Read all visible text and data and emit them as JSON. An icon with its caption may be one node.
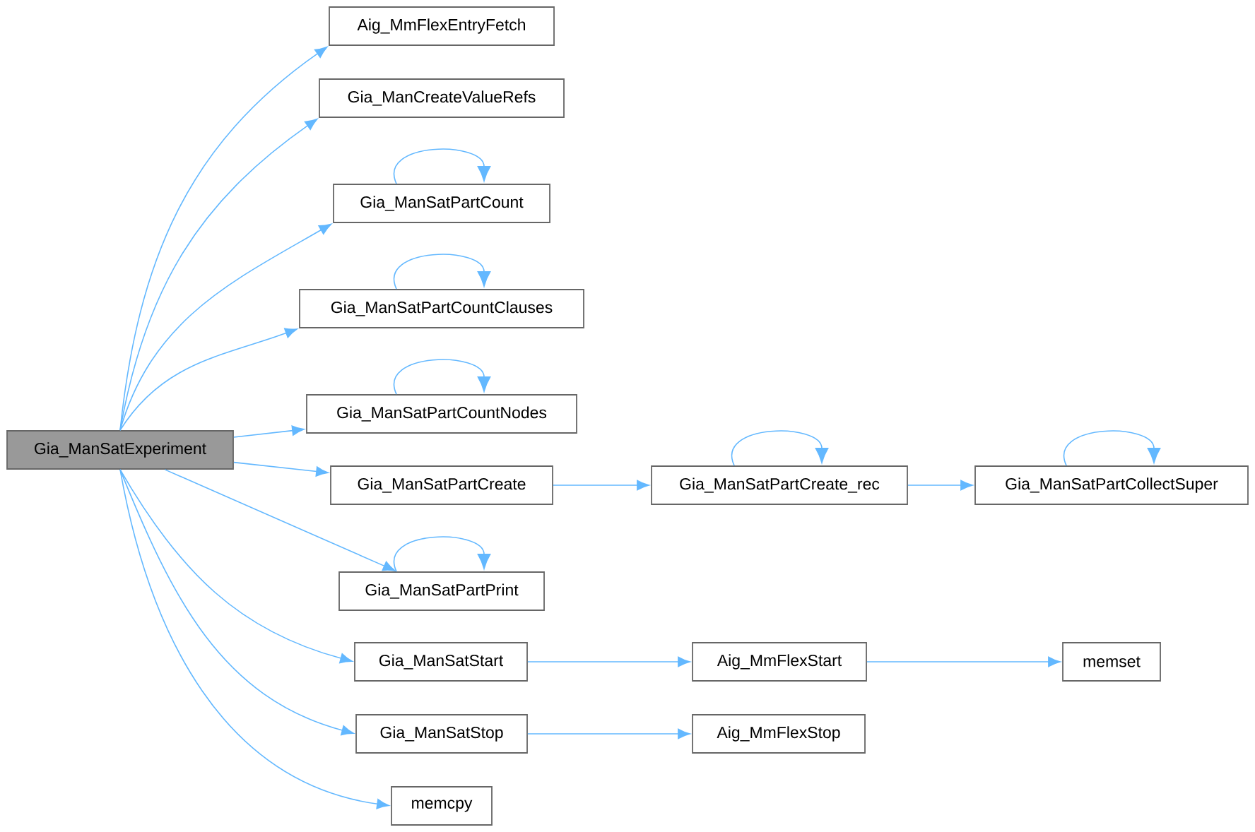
{
  "diagram": {
    "nodes": [
      {
        "text": [
          "Gia_ManSatExperiment"
        ]
      },
      {
        "text": [
          "Aig_MmFlexEntryFetch"
        ]
      },
      {
        "text": [
          "Gia_ManCreateValueRefs"
        ]
      },
      {
        "text": [
          "Gia_ManSatPartCount"
        ]
      },
      {
        "text": [
          "Gia_ManSatPartCountClauses"
        ]
      },
      {
        "text": [
          "Gia_ManSatPartCountNodes"
        ]
      },
      {
        "text": [
          "Gia_ManSatPartCreate"
        ]
      },
      {
        "text": [
          "Gia_ManSatPartCreate_rec"
        ]
      },
      {
        "text": [
          "Gia_ManSatPartCollectSuper"
        ]
      },
      {
        "text": [
          "Gia_ManSatPartPrint"
        ]
      },
      {
        "text": [
          "Gia_ManSatStart"
        ]
      },
      {
        "text": [
          "Aig_MmFlexStart"
        ]
      },
      {
        "text": [
          "memset"
        ]
      },
      {
        "text": [
          "Gia_ManSatStop"
        ]
      },
      {
        "text": [
          "Aig_MmFlexStop"
        ]
      },
      {
        "text": [
          "memcpy"
        ]
      }
    ],
    "edges": [
      {
        "from": 0,
        "to": 1,
        "arrow": "to"
      },
      {
        "from": 0,
        "to": 2,
        "arrow": "to"
      },
      {
        "from": 0,
        "to": 3,
        "arrow": "to"
      },
      {
        "from": 3,
        "to": 3,
        "arrow": "to"
      },
      {
        "from": 0,
        "to": 4,
        "arrow": "to"
      },
      {
        "from": 4,
        "to": 4,
        "arrow": "to"
      },
      {
        "from": 0,
        "to": 5,
        "arrow": "to"
      },
      {
        "from": 5,
        "to": 5,
        "arrow": "to"
      },
      {
        "from": 0,
        "to": 6,
        "arrow": "to"
      },
      {
        "from": 6,
        "to": 7,
        "arrow": "to"
      },
      {
        "from": 7,
        "to": 7,
        "arrow": "to"
      },
      {
        "from": 7,
        "to": 8,
        "arrow": "to"
      },
      {
        "from": 8,
        "to": 8,
        "arrow": "to"
      },
      {
        "from": 0,
        "to": 9,
        "arrow": "to"
      },
      {
        "from": 9,
        "to": 9,
        "arrow": "to"
      },
      {
        "from": 0,
        "to": 10,
        "arrow": "to"
      },
      {
        "from": 10,
        "to": 11,
        "arrow": "to"
      },
      {
        "from": 11,
        "to": 12,
        "arrow": "to"
      },
      {
        "from": 0,
        "to": 13,
        "arrow": "to"
      },
      {
        "from": 13,
        "to": 14,
        "arrow": "to"
      },
      {
        "from": 0,
        "to": 15,
        "arrow": "to"
      }
    ]
  }
}
